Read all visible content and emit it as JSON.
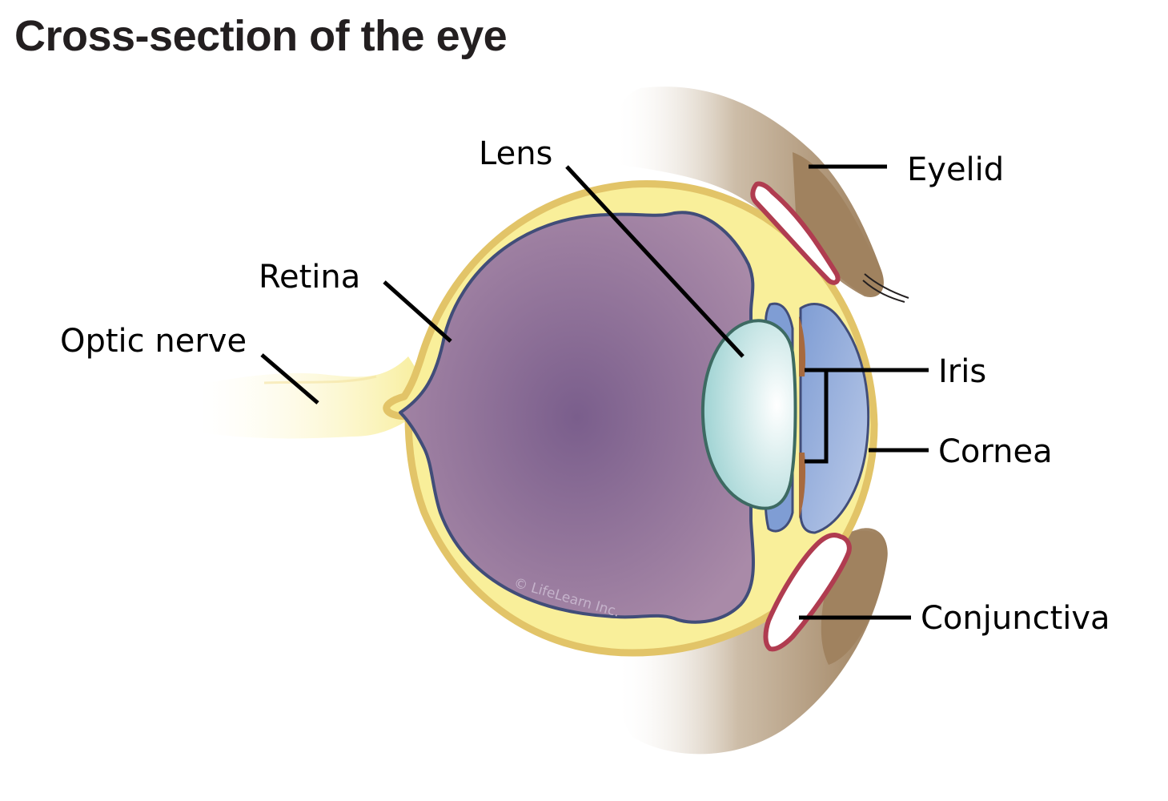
{
  "title": "Cross-section of the eye",
  "labels": {
    "lens": "Lens",
    "retina": "Retina",
    "optic_nerve": "Optic nerve",
    "eyelid": "Eyelid",
    "iris": "Iris",
    "cornea": "Cornea",
    "conjunctiva": "Conjunctiva"
  },
  "watermark": "© LifeLearn Inc.",
  "colors": {
    "sclera": "#f9ef9a",
    "sclera_outline": "#e2c468",
    "vitreous": "#8b6e98",
    "retina_outline": "#414d79",
    "lens": "#bfe3e2",
    "cornea_iris": "#8ba7d8",
    "eyelid": "#a0825f",
    "conjunctiva": "#b03c50"
  }
}
